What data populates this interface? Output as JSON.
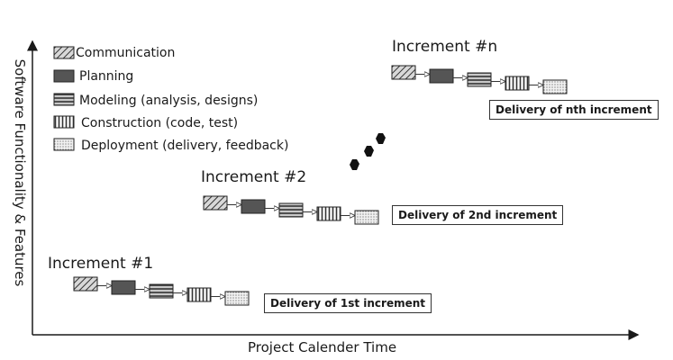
{
  "axes": {
    "x_label": "Project Calender Time",
    "y_label": "Software Functionality & Features"
  },
  "legend": [
    {
      "pattern": "diagonal",
      "label": "Communication"
    },
    {
      "pattern": "solid",
      "label": "Planning"
    },
    {
      "pattern": "horizontal",
      "label": "Modeling (analysis, designs)"
    },
    {
      "pattern": "vertical",
      "label": "Construction (code, test)"
    },
    {
      "pattern": "dotted",
      "label": "Deployment (delivery, feedback)"
    }
  ],
  "increments": [
    {
      "title": "Increment #1",
      "delivery": "Delivery of 1st increment"
    },
    {
      "title": "Increment #2",
      "delivery": "Delivery of 2nd increment"
    },
    {
      "title": "Increment #n",
      "delivery": "Delivery of nth increment"
    }
  ],
  "colors": {
    "axis": "#1a1a1a",
    "solid_fill": "#555555",
    "dot": "#111111"
  }
}
